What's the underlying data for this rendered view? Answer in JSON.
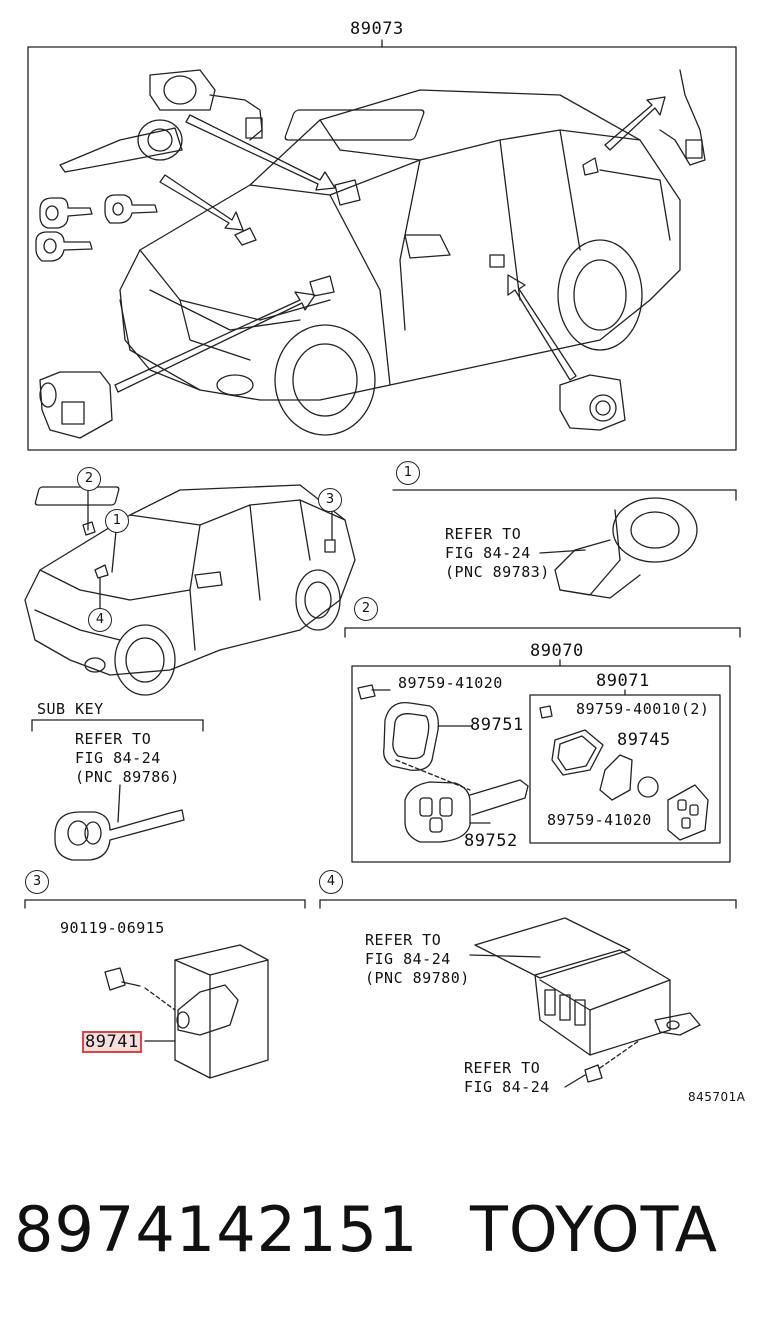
{
  "callouts": {
    "top_assembly": "89073",
    "sub_key_heading": "SUB KEY",
    "sub_key_refer": [
      "REFER TO",
      "FIG 84-24",
      "(PNC 89786)"
    ],
    "section1_refer": [
      "REFER TO",
      "FIG 84-24",
      "(PNC 89783)"
    ],
    "transmitter_assembly": "89070",
    "part_89759_41020_top": "89759-41020",
    "inner_assembly": "89071",
    "part_89759_40010": "89759-40010(2)",
    "part_89751": "89751",
    "part_89745": "89745",
    "part_89759_41020_bottom": "89759-41020",
    "part_89752": "89752",
    "bolt_90119": "90119-06915",
    "highlight_part": "89741",
    "section4_refer": [
      "REFER TO",
      "FIG 84-24",
      "(PNC 89780)"
    ],
    "section4_refer2": [
      "REFER TO",
      "FIG 84-24"
    ],
    "figure_code": "845701A"
  },
  "markers": {
    "m1": "1",
    "m2": "2",
    "m3": "3",
    "m4": "4"
  },
  "footer": {
    "part_number": "8974142151",
    "brand": "TOYOTA"
  },
  "colors": {
    "line": "#222222",
    "highlight_border": "#d44444",
    "highlight_fill": "#f7dede"
  }
}
